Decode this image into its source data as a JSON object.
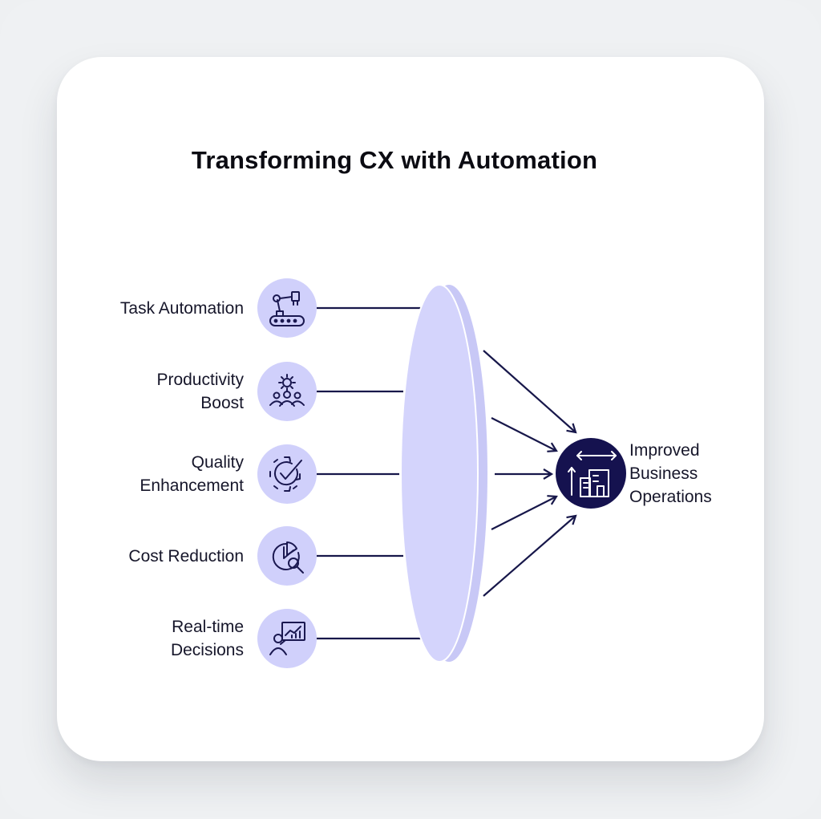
{
  "title": "Transforming CX with Automation",
  "inputs": [
    {
      "label_lines": [
        "Task Automation"
      ],
      "icon": "robot-arm-conveyor-icon"
    },
    {
      "label_lines": [
        "Productivity",
        "Boost"
      ],
      "icon": "team-gear-icon"
    },
    {
      "label_lines": [
        "Quality",
        "Enhancement"
      ],
      "icon": "gear-checkmark-icon"
    },
    {
      "label_lines": [
        "Cost Reduction"
      ],
      "icon": "pie-chart-magnifier-icon"
    },
    {
      "label_lines": [
        "Real-time",
        "Decisions"
      ],
      "icon": "presenter-chart-icon"
    }
  ],
  "output": {
    "label_lines": [
      "Improved",
      "Business",
      "Operations"
    ],
    "icon": "buildings-growth-icon"
  },
  "colors": {
    "node_fill": "#d0d0fb",
    "lens_fill": "#d2d2fb",
    "line": "#17174a",
    "output_fill": "#15124f",
    "icon_stroke": "#1a1850",
    "text": "#16162a"
  }
}
